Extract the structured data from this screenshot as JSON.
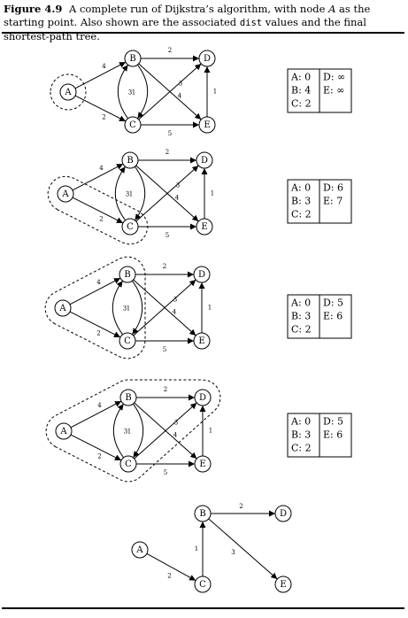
{
  "caption": {
    "label": "Figure 4.9",
    "text_part1": "A complete run of Dijkstra’s algorithm, with node ",
    "node_name": "A",
    "text_part2": " as the starting point. Also shown are the associated ",
    "mono": "dist",
    "text_part3": " values and the final shortest-path tree."
  },
  "nodes": [
    "A",
    "B",
    "C",
    "D",
    "E"
  ],
  "edges": [
    {
      "from": "A",
      "to": "B",
      "weight": "4"
    },
    {
      "from": "A",
      "to": "C",
      "weight": "2"
    },
    {
      "from": "B",
      "to": "C",
      "weight": "1"
    },
    {
      "from": "C",
      "to": "B",
      "weight": "3"
    },
    {
      "from": "B",
      "to": "D",
      "weight": "2"
    },
    {
      "from": "B",
      "to": "E",
      "weight": "3"
    },
    {
      "from": "C",
      "to": "D",
      "weight": "4"
    },
    {
      "from": "C",
      "to": "E",
      "weight": "5"
    },
    {
      "from": "E",
      "to": "D",
      "weight": "1"
    }
  ],
  "stages": [
    {
      "visited": [
        "A"
      ],
      "table": [
        [
          "A: 0",
          "D: ∞"
        ],
        [
          "B: 4",
          "E: ∞"
        ],
        [
          "C: 2",
          ""
        ]
      ]
    },
    {
      "visited": [
        "A",
        "C"
      ],
      "table": [
        [
          "A: 0",
          "D: 6"
        ],
        [
          "B: 3",
          "E: 7"
        ],
        [
          "C: 2",
          ""
        ]
      ]
    },
    {
      "visited": [
        "A",
        "C",
        "B"
      ],
      "table": [
        [
          "A: 0",
          "D: 5"
        ],
        [
          "B: 3",
          "E: 6"
        ],
        [
          "C: 2",
          ""
        ]
      ]
    },
    {
      "visited": [
        "A",
        "C",
        "B",
        "D"
      ],
      "table": [
        [
          "A: 0",
          "D: 5"
        ],
        [
          "B: 3",
          "E: 6"
        ],
        [
          "C: 2",
          ""
        ]
      ]
    }
  ],
  "tree": {
    "edges": [
      {
        "from": "A",
        "to": "C",
        "weight": "2"
      },
      {
        "from": "C",
        "to": "B",
        "weight": "1"
      },
      {
        "from": "B",
        "to": "D",
        "weight": "2"
      },
      {
        "from": "B",
        "to": "E",
        "weight": "3"
      }
    ]
  }
}
